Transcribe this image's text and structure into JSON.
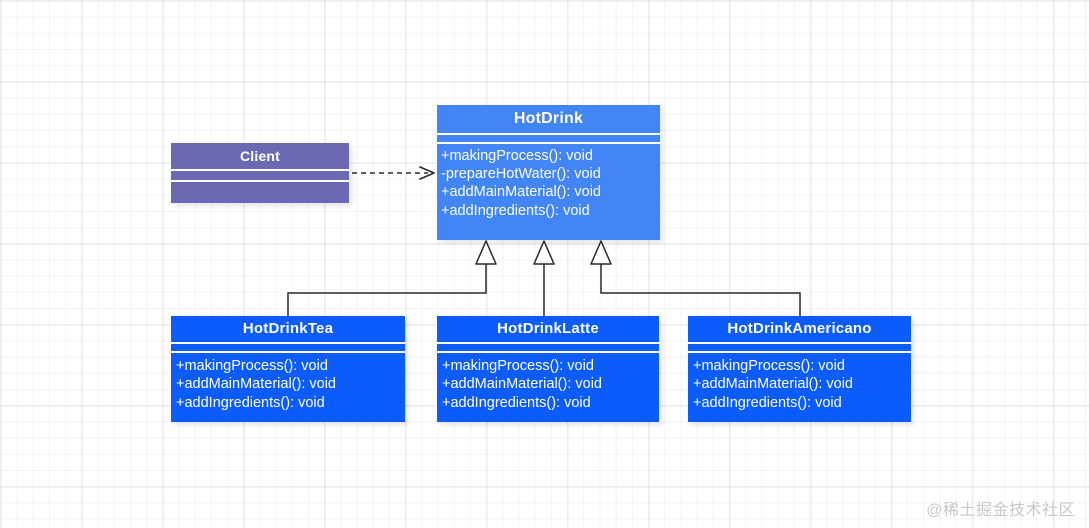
{
  "diagram": {
    "type": "uml-class-diagram",
    "title": "HotDrink template method class diagram",
    "background": "#ffffff",
    "grid": true
  },
  "colors": {
    "parent_fill": "#4285f4",
    "subclass_fill": "#0b5cfb",
    "client_fill": "#6a6ab4",
    "text": "#ffffff",
    "edge": "#2b2b2b",
    "watermark": "#c9c9c9"
  },
  "classes": {
    "client": {
      "name": "Client",
      "attributes": [],
      "methods": []
    },
    "hotdrink": {
      "name": "HotDrink",
      "attributes": [],
      "methods": [
        "+makingProcess(): void",
        "-prepareHotWater(): void",
        "+addMainMaterial(): void",
        "+addIngredients(): void"
      ]
    },
    "hotdrinktea": {
      "name": "HotDrinkTea",
      "attributes": [],
      "methods": [
        "+makingProcess(): void",
        "+addMainMaterial(): void",
        "+addIngredients(): void"
      ]
    },
    "hotdrinklatte": {
      "name": "HotDrinkLatte",
      "attributes": [],
      "methods": [
        "+makingProcess(): void",
        "+addMainMaterial(): void",
        "+addIngredients(): void"
      ]
    },
    "hotdrinkamericano": {
      "name": "HotDrinkAmericano",
      "attributes": [],
      "methods": [
        "+makingProcess(): void",
        "+addMainMaterial(): void",
        "+addIngredients(): void"
      ]
    }
  },
  "relations": [
    {
      "kind": "dependency",
      "from": "Client",
      "to": "HotDrink",
      "style": "dashed-open-arrow"
    },
    {
      "kind": "generalization",
      "from": "HotDrinkTea",
      "to": "HotDrink",
      "style": "solid-hollow-triangle"
    },
    {
      "kind": "generalization",
      "from": "HotDrinkLatte",
      "to": "HotDrink",
      "style": "solid-hollow-triangle"
    },
    {
      "kind": "generalization",
      "from": "HotDrinkAmericano",
      "to": "HotDrink",
      "style": "solid-hollow-triangle"
    }
  ],
  "watermark": {
    "text": "@稀土掘金技术社区"
  }
}
